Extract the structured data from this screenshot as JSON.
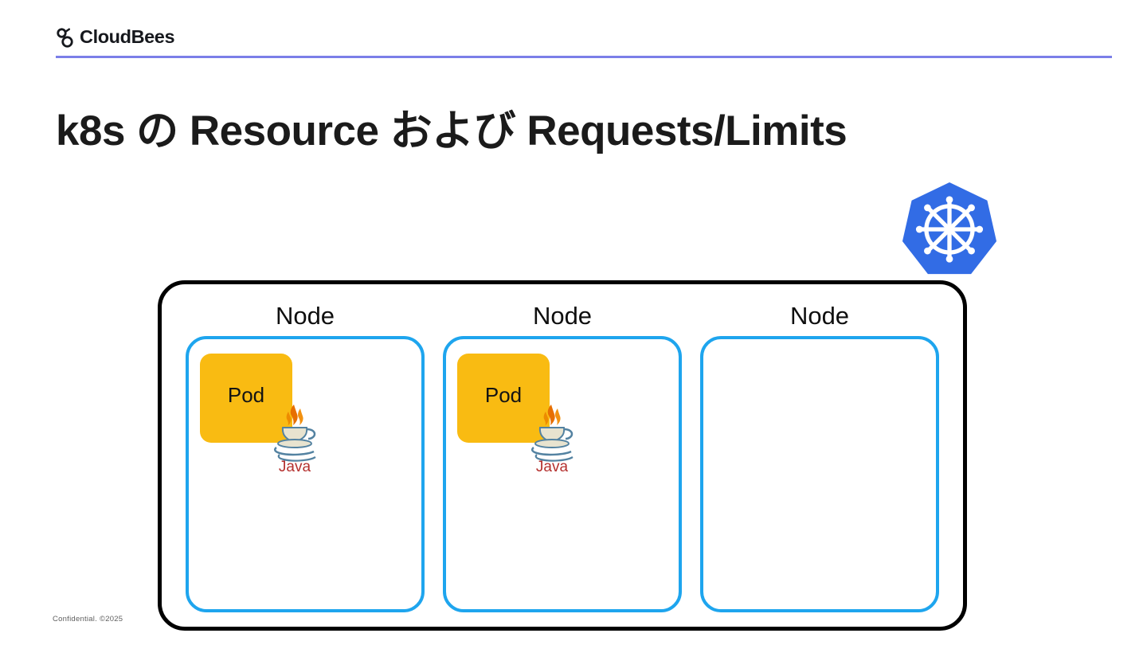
{
  "header": {
    "brand_name": "CloudBees",
    "brand_mark_icon": "cloudbees-bee-icon",
    "rule_color": "#7b7fe8"
  },
  "title": "k8s の Resource および Requests/Limits",
  "k8s_logo": {
    "icon": "kubernetes-helm-wheel-icon",
    "fill_color": "#326ce5",
    "glyph_color": "#ffffff"
  },
  "diagram": {
    "type": "cluster-node-pod",
    "outline_color": "#000000",
    "node_border_color": "#1ea5ee",
    "pod_fill_color": "#f9bb12",
    "nodes": [
      {
        "label": "Node",
        "pods": [
          {
            "label": "Pod",
            "workload_icon": "java-logo-icon",
            "workload_label": "Java"
          }
        ]
      },
      {
        "label": "Node",
        "pods": [
          {
            "label": "Pod",
            "workload_icon": "java-logo-icon",
            "workload_label": "Java"
          }
        ]
      },
      {
        "label": "Node",
        "pods": []
      }
    ]
  },
  "footer": {
    "text": "Confidential. ©2025"
  }
}
